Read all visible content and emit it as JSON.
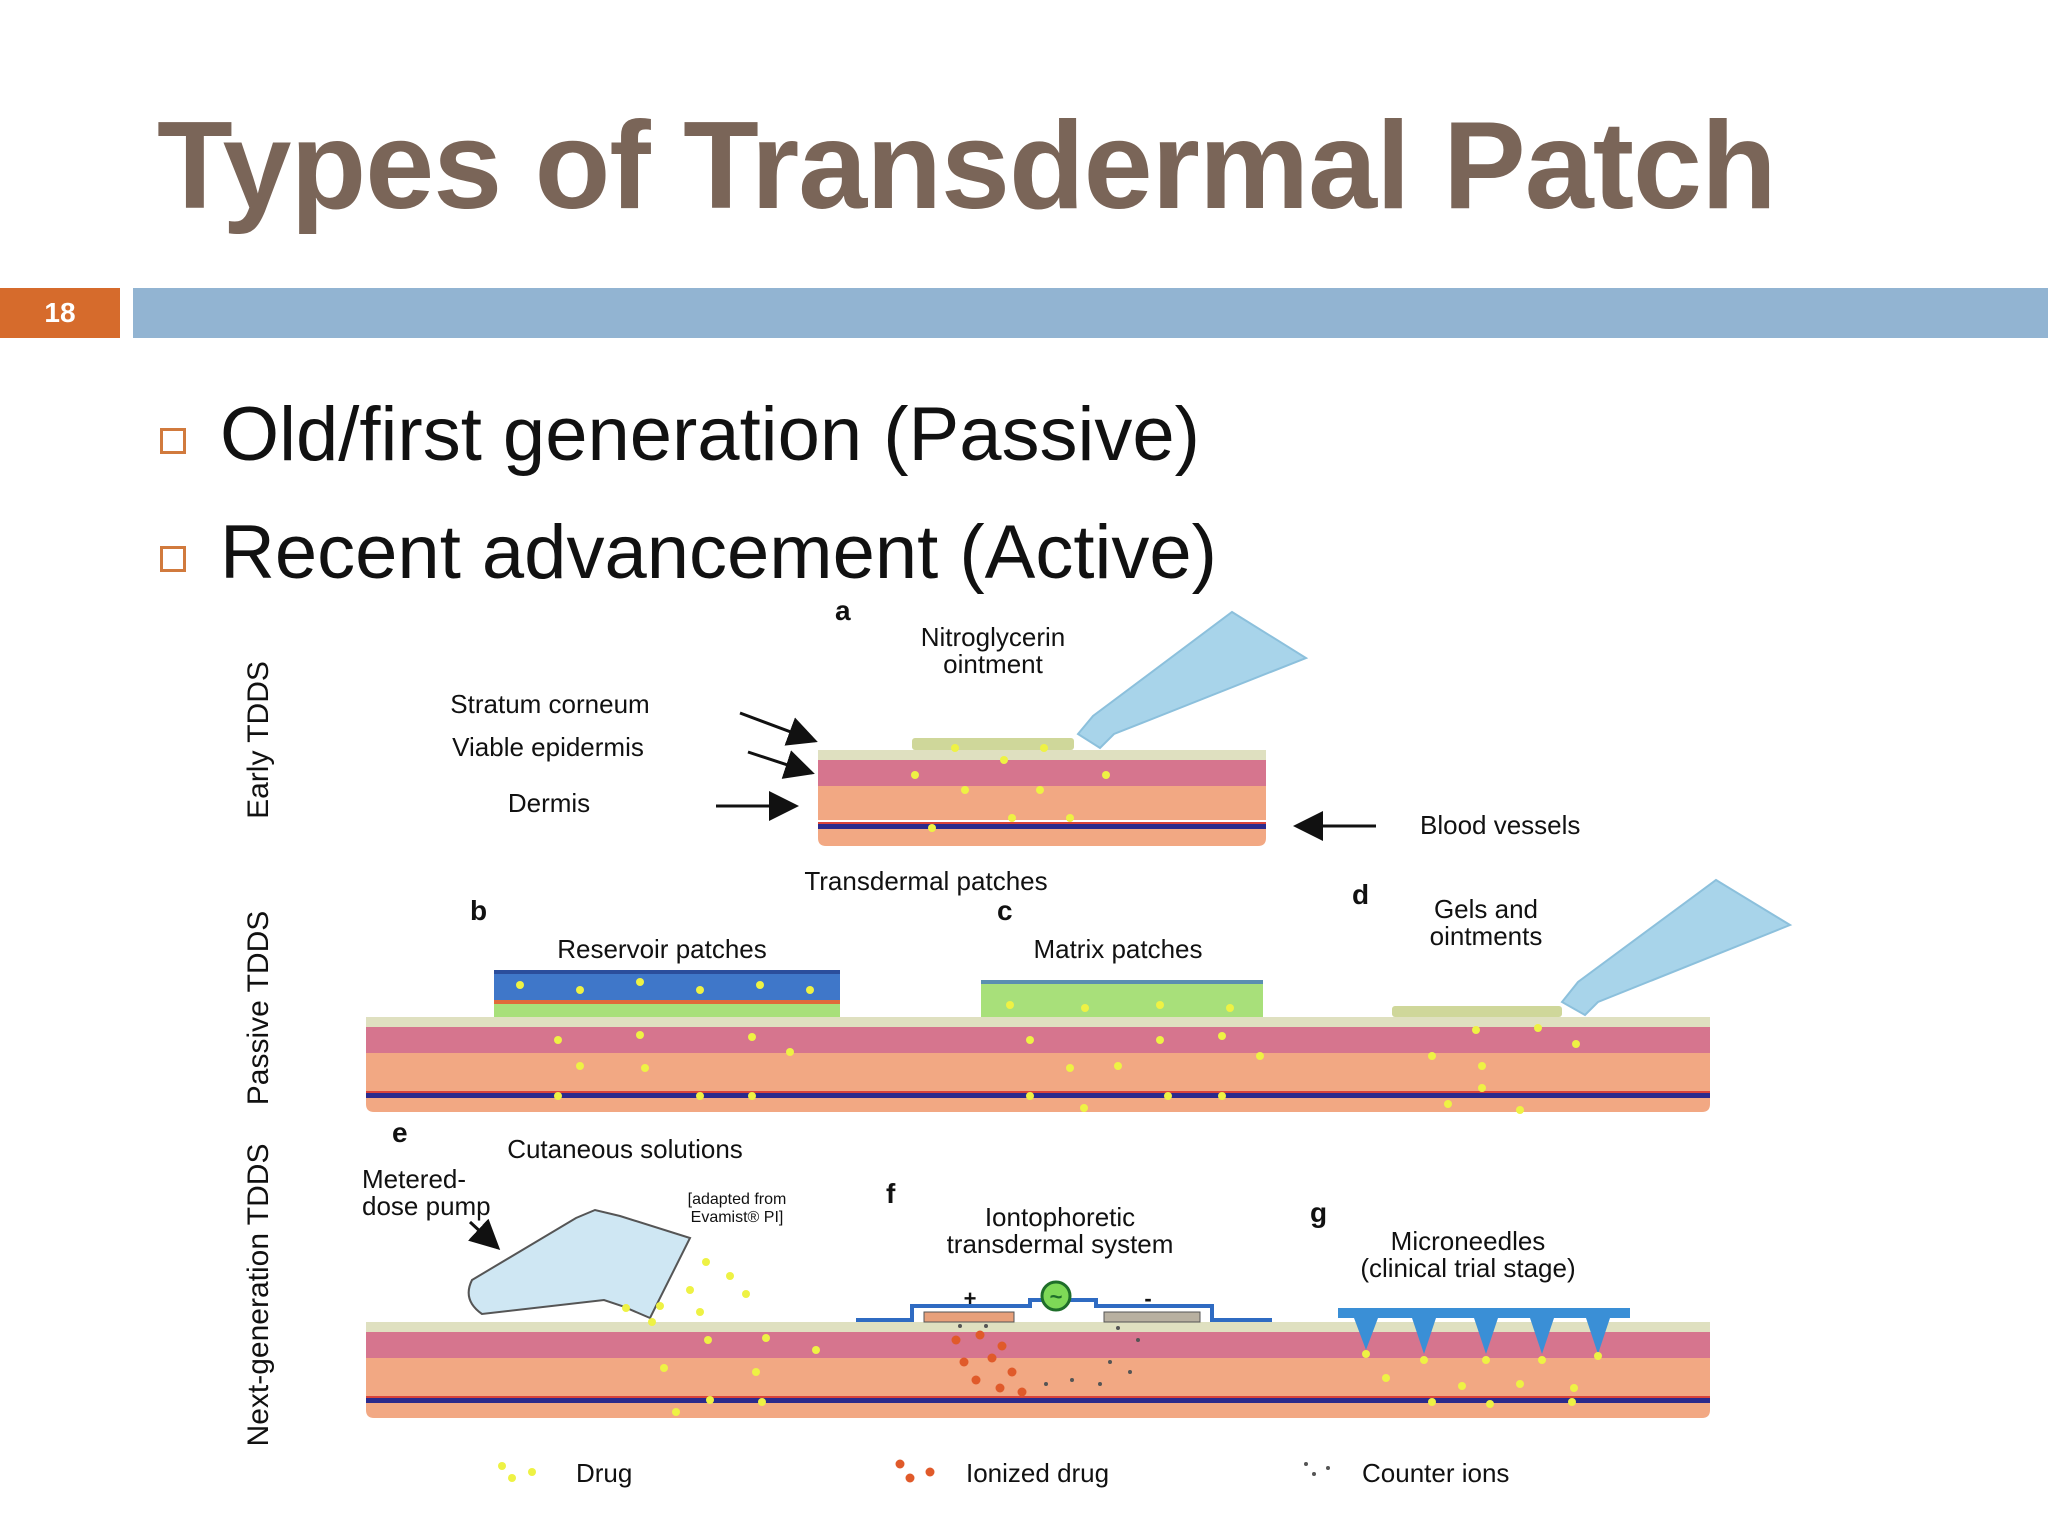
{
  "slide": {
    "title": "Types of Transdermal Patch",
    "page_number": "18",
    "bullets": [
      "Old/first generation (Passive)",
      "Recent advancement (Active)"
    ]
  },
  "diagram": {
    "row_labels": [
      "Early TDDS",
      "Passive TDDS",
      "Next-generation TDDS"
    ],
    "panel_a": {
      "letter": "a",
      "ointment_lines": [
        "Nitroglycerin",
        "ointment"
      ],
      "layer_labels": [
        "Stratum corneum",
        "Viable epidermis",
        "Dermis"
      ],
      "blood_vessels": "Blood vessels"
    },
    "transdermal_patches": "Transdermal patches",
    "panel_b": {
      "letter": "b",
      "label": "Reservoir patches"
    },
    "panel_c": {
      "letter": "c",
      "label": "Matrix patches"
    },
    "panel_d": {
      "letter": "d",
      "lines": [
        "Gels and",
        "ointments"
      ]
    },
    "panel_e": {
      "letter": "e",
      "label": "Cutaneous solutions",
      "pump_lines": [
        "Metered-",
        "dose pump"
      ],
      "source_lines": [
        "[adapted from",
        "Evamist® PI]"
      ]
    },
    "panel_f": {
      "letter": "f",
      "lines": [
        "Iontophoretic",
        "transdermal system"
      ],
      "plus": "+",
      "minus": "-",
      "source_symbol": "~"
    },
    "panel_g": {
      "letter": "g",
      "lines": [
        "Microneedles",
        "(clinical trial stage)"
      ]
    },
    "legend": [
      "Drug",
      "Ionized drug",
      "Counter ions"
    ],
    "colors": {
      "stratum": "#dfe0c0",
      "epidermis": "#d6758e",
      "dermis": "#f2a883",
      "vessel": "#2b2a8c",
      "vessel_red": "#d9433a",
      "drug_dot": "#eef244",
      "ionized_drug": "#e05a2a",
      "tube": "#a8d4ea",
      "reservoir": "#3f77c9",
      "matrix": "#a8e07a"
    }
  }
}
